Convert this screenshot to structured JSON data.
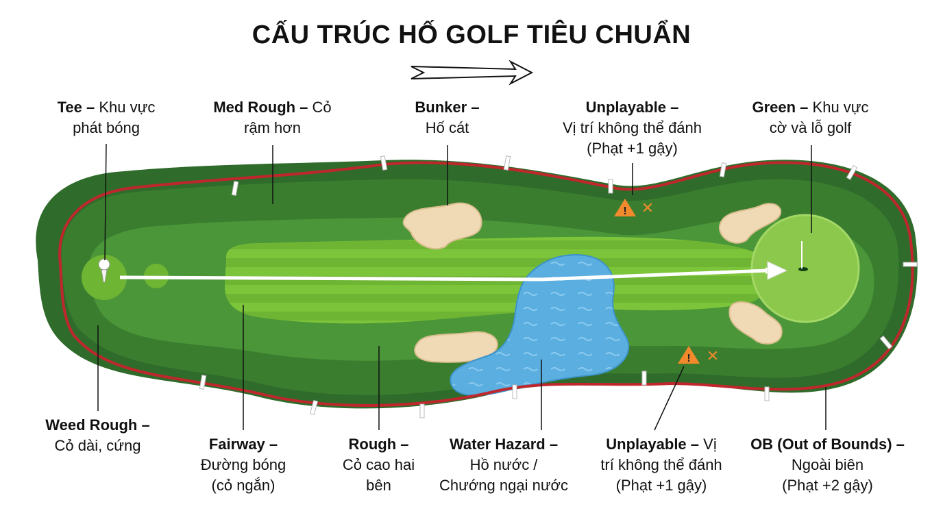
{
  "title": "CẤU TRÚC HỐ GOLF TIÊU CHUẨN",
  "colors": {
    "ob_line": "#c0272d",
    "deep_rough": "#2f6b2a",
    "rough": "#3f8a33",
    "fairway": "#7cc43a",
    "green": "#8cc84b",
    "bunker": "#f0d9b5",
    "water": "#5aaee0",
    "arrow": "#ffffff",
    "warning": "#f08a2c"
  },
  "labels": {
    "tee": {
      "bold": "Tee –",
      "l1": "Khu vực",
      "l2": "phát bóng"
    },
    "med_rough": {
      "bold": "Med Rough –",
      "l1": "Cỏ",
      "l2": "rậm hơn"
    },
    "bunker": {
      "bold": "Bunker –",
      "l2": "Hố cát"
    },
    "unplayable_top": {
      "bold": "Unplayable –",
      "l2": "Vị trí không thể đánh",
      "l3": "(Phạt +1 gậy)"
    },
    "green": {
      "bold": "Green –",
      "l1": "Khu vực",
      "l2": "cờ và lỗ golf"
    },
    "weed_rough": {
      "bold": "Weed Rough –",
      "l2": "Cỏ dài, cứng"
    },
    "fairway": {
      "bold": "Fairway –",
      "l2": "Đường bóng",
      "l3": "(cỏ ngắn)"
    },
    "rough": {
      "bold": "Rough –",
      "l2": "Cỏ cao hai",
      "l3": "bên"
    },
    "water_hazard": {
      "bold": "Water Hazard –",
      "l2": "Hồ nước /",
      "l3": "Chướng ngại nước"
    },
    "unplayable_bottom": {
      "bold": "Unplayable –",
      "l1": "Vị",
      "l2": "trí không thể đánh",
      "l3": "(Phạt +1 gậy)"
    },
    "ob": {
      "bold": "OB (Out of Bounds) –",
      "l2": "Ngoài biên",
      "l3": "(Phạt +2 gậy)"
    }
  }
}
